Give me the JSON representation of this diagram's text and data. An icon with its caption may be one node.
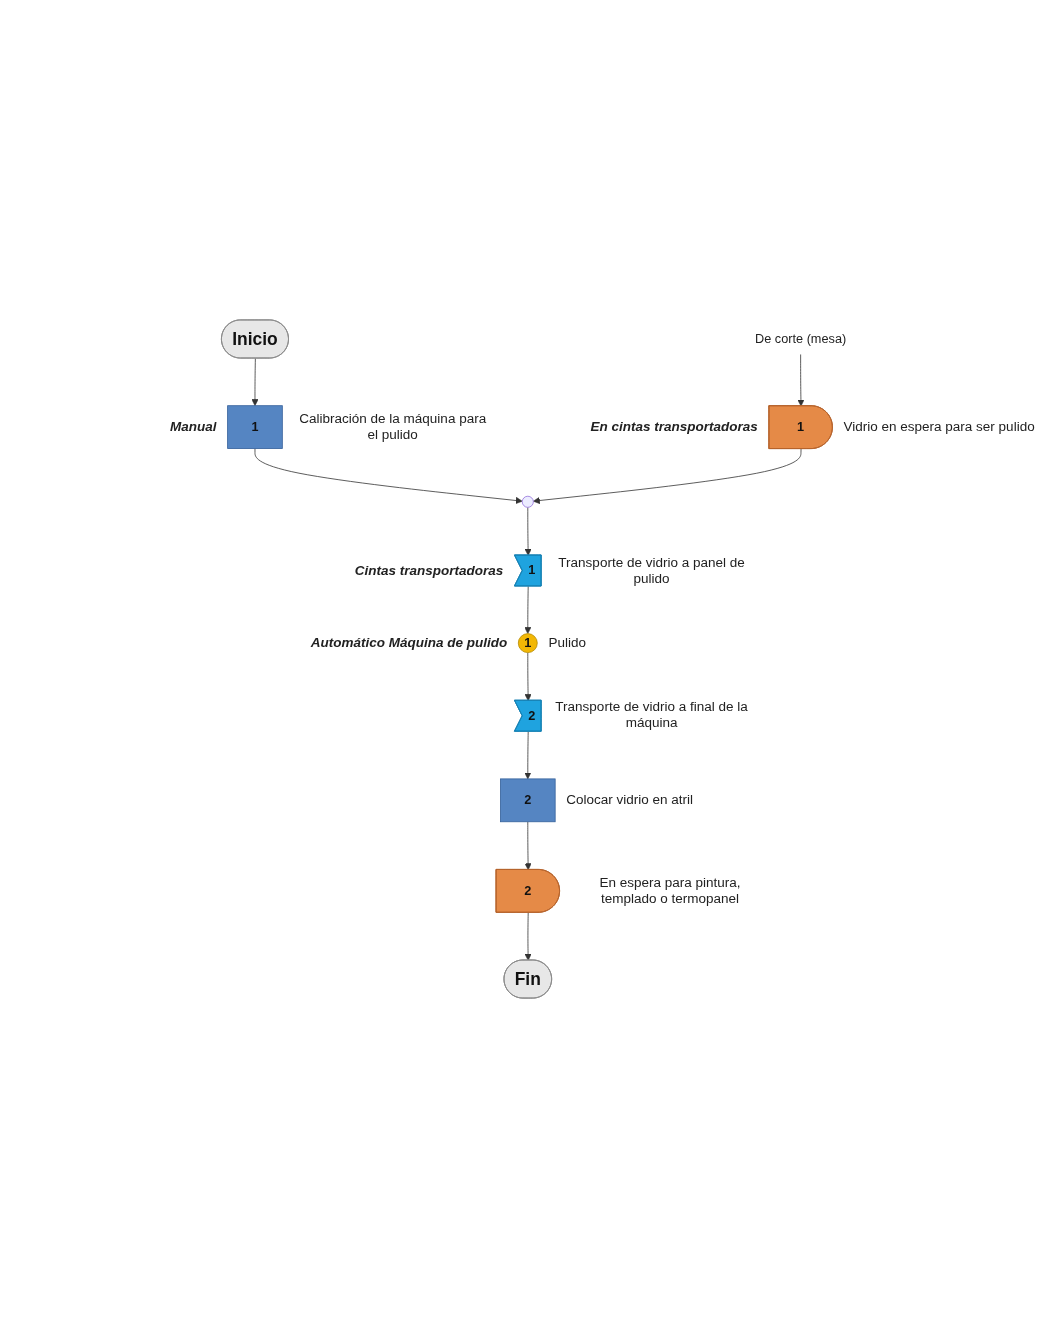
{
  "diagram": {
    "nodes": [
      {
        "text": [
          "De corte (mesa)"
        ]
      },
      {
        "text": [
          "Inicio"
        ]
      },
      {
        "text": [
          "1"
        ],
        "beside": [
          "En cintas transportadoras",
          "Vidrio en espera para ser pulido"
        ]
      },
      {
        "text": [
          "1"
        ],
        "beside": [
          "Manual",
          "Calibración de la máquina para el pulido"
        ]
      },
      {
        "text": [],
        "shape": "circle"
      },
      {
        "text": [
          "1"
        ],
        "beside": [
          "Cintas transportadoras",
          "Transporte de vidrio a panel de pulido"
        ]
      },
      {
        "text": [
          "1"
        ],
        "beside": [
          "Automático Máquina de pulido",
          "Pulido"
        ]
      },
      {
        "text": [
          "2"
        ],
        "beside": [
          "Transporte de vidrio a final de la máquina"
        ]
      },
      {
        "text": [
          "2"
        ],
        "beside": [
          "Colocar vidrio en atril"
        ]
      },
      {
        "text": [
          "2"
        ],
        "beside": [
          "En espera para pintura, templado o termopanel"
        ]
      },
      {
        "text": [
          "Fin"
        ]
      }
    ],
    "edges": [
      {
        "from": 0,
        "to": 2,
        "arrow": "to"
      },
      {
        "from": 1,
        "to": 3,
        "arrow": "to"
      },
      {
        "from": 3,
        "to": 4,
        "arrow": "to"
      },
      {
        "from": 2,
        "to": 4,
        "arrow": "to"
      },
      {
        "from": 4,
        "to": 5,
        "arrow": "to"
      },
      {
        "from": 5,
        "to": 6,
        "arrow": "to"
      },
      {
        "from": 6,
        "to": 7,
        "arrow": "to"
      },
      {
        "from": 7,
        "to": 8,
        "arrow": "to"
      },
      {
        "from": 8,
        "to": 9,
        "arrow": "to"
      },
      {
        "from": 9,
        "to": 10,
        "arrow": "to"
      }
    ]
  }
}
